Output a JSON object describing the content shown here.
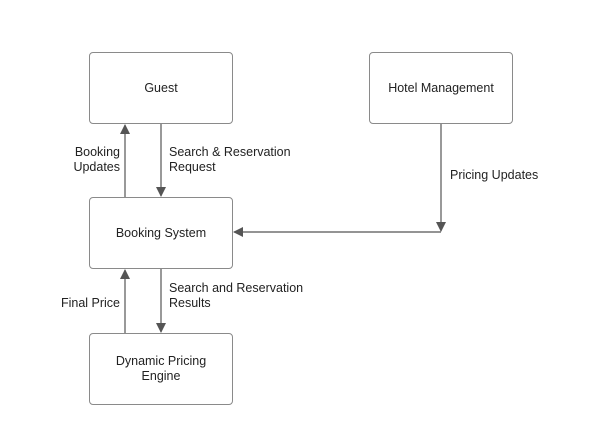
{
  "nodes": {
    "guest": "Guest",
    "hotel_management": "Hotel Management",
    "booking_system": "Booking System",
    "dynamic_pricing_engine": "Dynamic Pricing\nEngine"
  },
  "edges": {
    "booking_updates": "Booking\nUpdates",
    "search_reservation_request": "Search & Reservation\nRequest",
    "pricing_updates": "Pricing Updates",
    "final_price": "Final Price",
    "search_reservation_results": "Search and Reservation\nResults"
  },
  "colors": {
    "node_border": "#8a8a8a",
    "arrow": "#555555",
    "text": "#222222",
    "background": "#ffffff"
  }
}
